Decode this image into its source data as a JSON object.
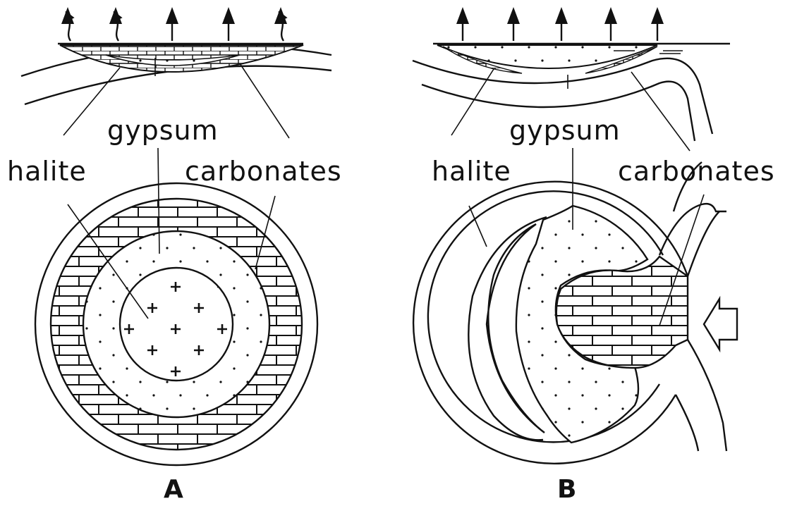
{
  "panels": [
    {
      "id": "A",
      "letter": "A",
      "labels": {
        "gypsum": "gypsum",
        "halite": "halite",
        "carbonates": "carbonates"
      }
    },
    {
      "id": "B",
      "letter": "B",
      "labels": {
        "gypsum": "gypsum",
        "halite": "halite",
        "carbonates": "carbonates"
      }
    }
  ],
  "legend_symbols": {
    "halite": "plus-crosses",
    "gypsum": "dots",
    "carbonates": "brick-pattern"
  },
  "colors": {
    "ink": "#111111",
    "background": "#ffffff"
  }
}
